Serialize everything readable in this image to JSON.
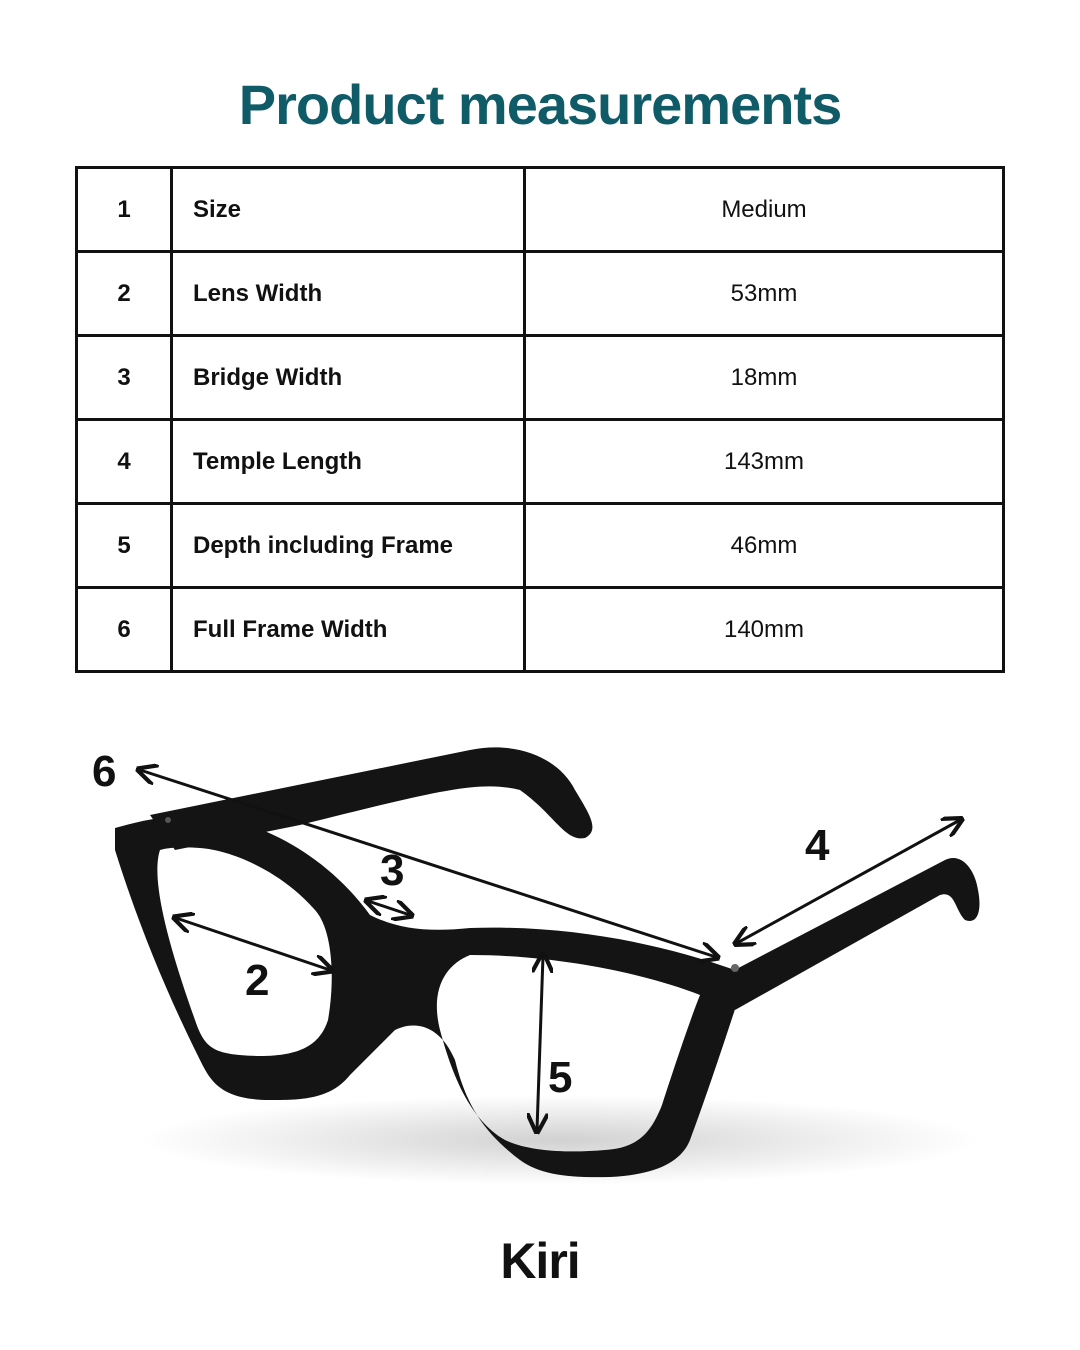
{
  "title": "Product measurements",
  "rows": [
    {
      "num": "1",
      "label": "Size",
      "value": "Medium"
    },
    {
      "num": "2",
      "label": "Lens Width",
      "value": "53mm"
    },
    {
      "num": "3",
      "label": "Bridge Width",
      "value": "18mm"
    },
    {
      "num": "4",
      "label": "Temple Length",
      "value": "143mm"
    },
    {
      "num": "5",
      "label": "Depth including Frame",
      "value": "46mm"
    },
    {
      "num": "6",
      "label": "Full Frame Width",
      "value": "140mm"
    }
  ],
  "diagram": {
    "callouts": {
      "c2": "2",
      "c3": "3",
      "c4": "4",
      "c5": "5",
      "c6": "6"
    }
  },
  "product_name": "Kiri",
  "colors": {
    "title": "#0f5b68",
    "frame": "#141414",
    "ink": "#111111"
  }
}
